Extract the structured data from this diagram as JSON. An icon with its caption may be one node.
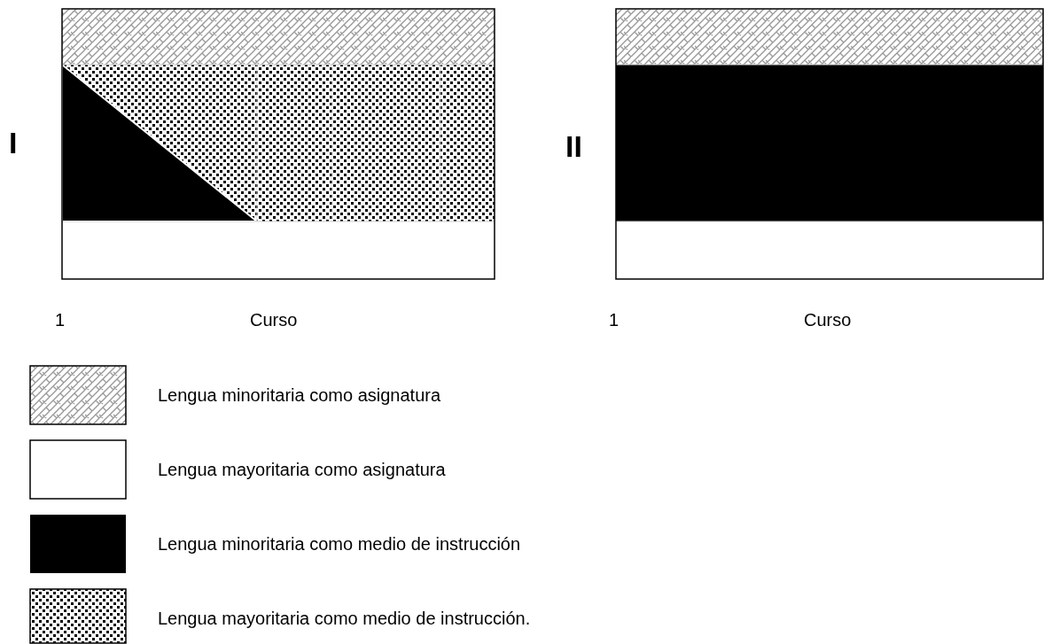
{
  "diagram": {
    "labels": [
      "I",
      "II",
      "1",
      "Curso",
      "1",
      "Curso"
    ],
    "legend": [
      {
        "text": "Lengua minoritaria como asignatura"
      },
      {
        "text": "Lengua mayoritaria como asignatura",
        "color": "#ffffff"
      },
      {
        "text": "Lengua minoritaria como medio de instrucción",
        "color": "#000000"
      },
      {
        "text": "Lengua mayoritaria como medio de instrucción."
      }
    ]
  }
}
